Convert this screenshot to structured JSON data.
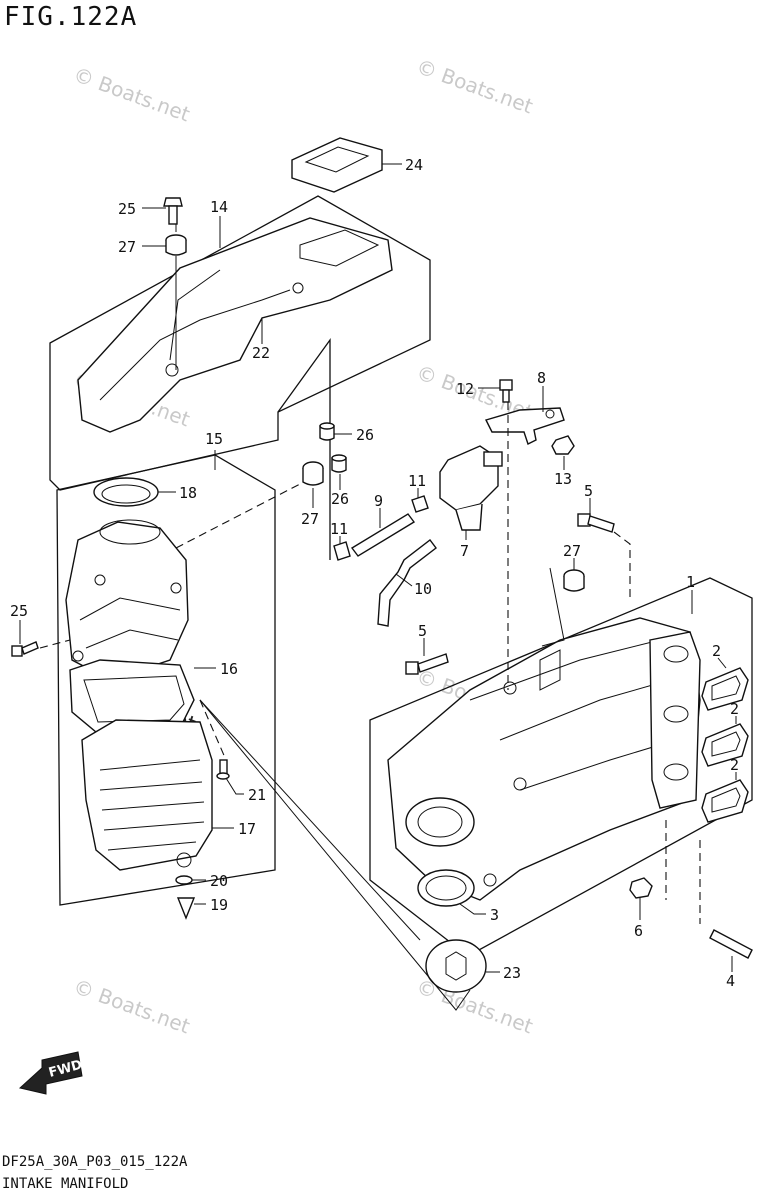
{
  "figure": {
    "title": "FIG.122A",
    "code": "DF25A_30A_P03_015_122A",
    "name": "INTAKE MANIFOLD"
  },
  "watermark": "© Boats.net",
  "fwd_badge": "FWD",
  "callouts": {
    "c1": "1",
    "c2a": "2",
    "c2b": "2",
    "c2c": "2",
    "c3": "3",
    "c4": "4",
    "c5a": "5",
    "c5b": "5",
    "c6": "6",
    "c7": "7",
    "c8": "8",
    "c9": "9",
    "c10": "10",
    "c11a": "11",
    "c11b": "11",
    "c12": "12",
    "c13": "13",
    "c14": "14",
    "c15": "15",
    "c16": "16",
    "c17": "17",
    "c18": "18",
    "c19": "19",
    "c20": "20",
    "c21": "21",
    "c22": "22",
    "c23": "23",
    "c24": "24",
    "c25a": "25",
    "c25b": "25",
    "c26a": "26",
    "c26b": "26",
    "c27a": "27",
    "c27b": "27",
    "c27c": "27"
  },
  "colors": {
    "line": "#111111",
    "watermark": "#c9c9c9"
  }
}
